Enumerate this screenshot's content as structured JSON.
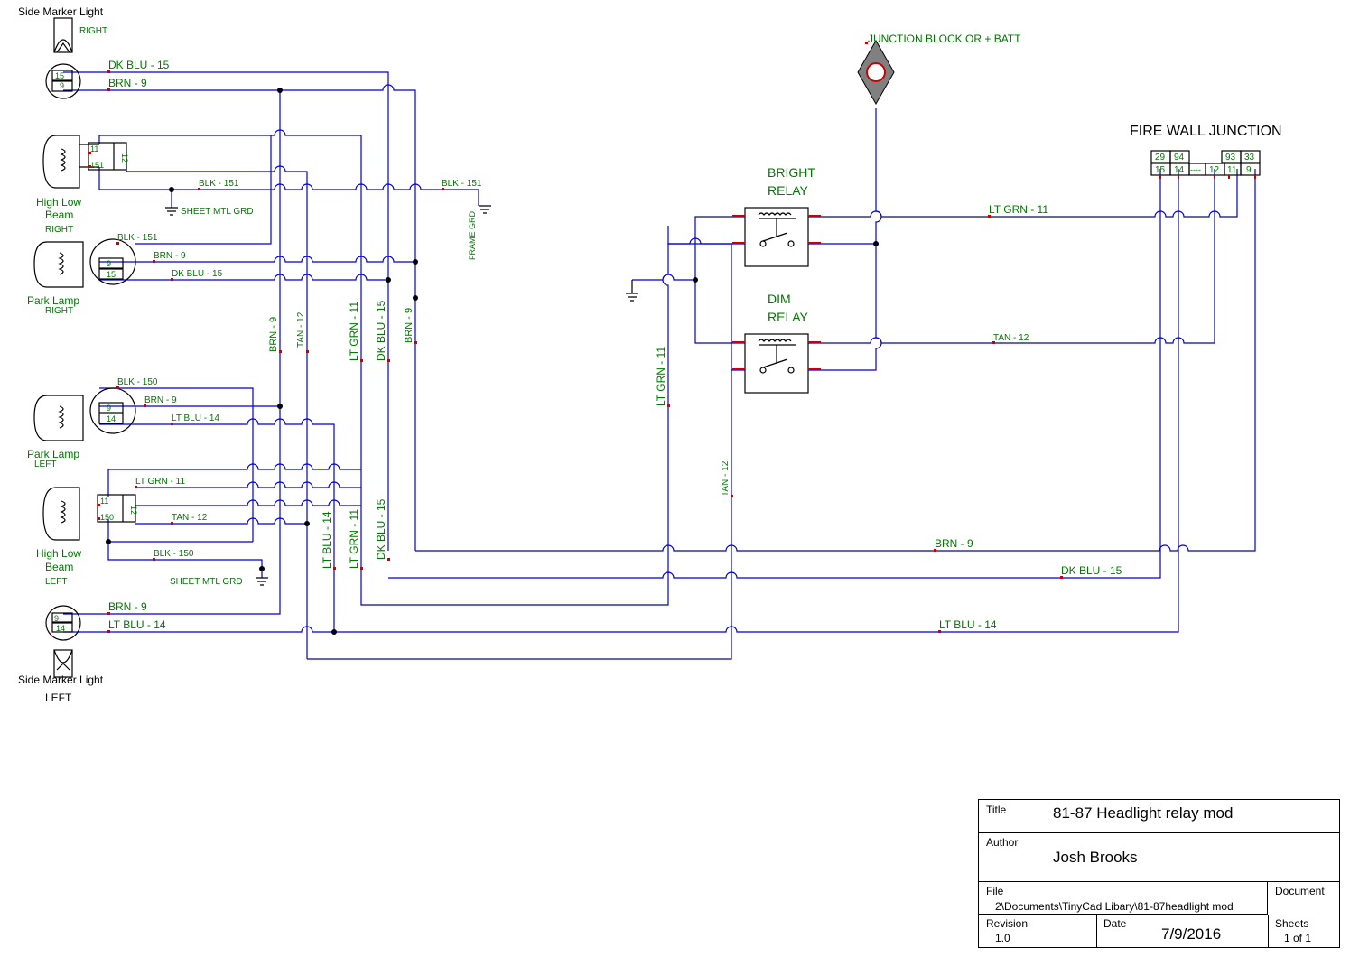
{
  "components": {
    "side_marker_right": {
      "title": "Side Marker Light",
      "side": "RIGHT",
      "pins": [
        "15",
        "9"
      ]
    },
    "side_marker_left": {
      "title": "Side Marker Light",
      "side": "LEFT",
      "pins": [
        "9",
        "14"
      ]
    },
    "high_low_right": {
      "line1": "High Low",
      "line2": "Beam",
      "side": "RIGHT",
      "pins": [
        "11",
        "151",
        "12"
      ]
    },
    "high_low_left": {
      "line1": "High Low",
      "line2": "Beam",
      "side": "LEFT",
      "pins": [
        "11",
        "150",
        "12"
      ]
    },
    "park_right": {
      "label": "Park Lamp",
      "side": "RIGHT",
      "pins": [
        "9",
        "15"
      ]
    },
    "park_left": {
      "label": "Park Lamp",
      "side": "LEFT",
      "pins": [
        "9",
        "14"
      ]
    },
    "junction_block": {
      "label": "JUNCTION BLOCK OR + BATT"
    },
    "bright_relay": {
      "line1": "BRIGHT",
      "line2": "RELAY"
    },
    "dim_relay": {
      "line1": "DIM",
      "line2": "RELAY"
    },
    "firewall": {
      "title": "FIRE WALL JUNCTION",
      "top_pins": [
        "29",
        "94",
        "93",
        "33"
      ],
      "bottom_pins": [
        "15",
        "14",
        "----",
        "12",
        "11",
        "9"
      ]
    }
  },
  "wire_labels": {
    "dk_blu_15_top": "DK BLU - 15",
    "brn_9_top": "BRN - 9",
    "blk_151_a": "BLK - 151",
    "blk_151_b": "BLK - 151",
    "blk_151_c": "BLK - 151",
    "sheet_mtl_grd_right": "SHEET MTL GRD",
    "frame_grd": "FRAME GRD",
    "brn_9_park_r": "BRN - 9",
    "dk_blu_15_park_r": "DK BLU - 15",
    "v_brn_9_a": "BRN - 9",
    "v_tan_12": "TAN - 12",
    "v_lt_grn_11_a": "LT GRN - 11",
    "v_dk_blu_15_a": "DK BLU - 15",
    "v_brn_9_b": "BRN - 9",
    "blk_150_a": "BLK - 150",
    "brn_9_park_l": "BRN - 9",
    "lt_blu_14_park_l": "LT BLU - 14",
    "lt_grn_11_hl_l": "LT GRN - 11",
    "tan_12_hl_l": "TAN - 12",
    "blk_150_b": "BLK - 150",
    "sheet_mtl_grd_left": "SHEET MTL GRD",
    "brn_9_sm_l": "BRN - 9",
    "lt_blu_14_sm_l": "LT BLU - 14",
    "v_lt_blu_14": "LT BLU - 14",
    "v_lt_grn_11_b": "LT GRN - 11",
    "v_dk_blu_15_b": "DK BLU - 15",
    "v_lt_grn_11_c": "LT GRN - 11",
    "v_tan_12_b": "TAN - 12",
    "lt_grn_11_relay": "LT GRN - 11",
    "tan_12_relay": "TAN - 12",
    "brn_9_bottom": "BRN - 9",
    "dk_blu_15_bottom": "DK BLU - 15",
    "lt_blu_14_bottom": "LT BLU - 14"
  },
  "title_block": {
    "title_label": "Title",
    "title": "81-87 Headlight relay mod",
    "author_label": "Author",
    "author": "Josh Brooks",
    "file_label": "File",
    "file": "2\\Documents\\TinyCad Libary\\81-87headlight mod",
    "document_label": "Document",
    "revision_label": "Revision",
    "revision": "1.0",
    "date_label": "Date",
    "date": "7/9/2016",
    "sheets_label": "Sheets",
    "sheets": "1 of 1"
  },
  "colors": {
    "wire": "#0000cc",
    "label": "#007700",
    "pin": "#cc0000",
    "junction": "#808080"
  }
}
